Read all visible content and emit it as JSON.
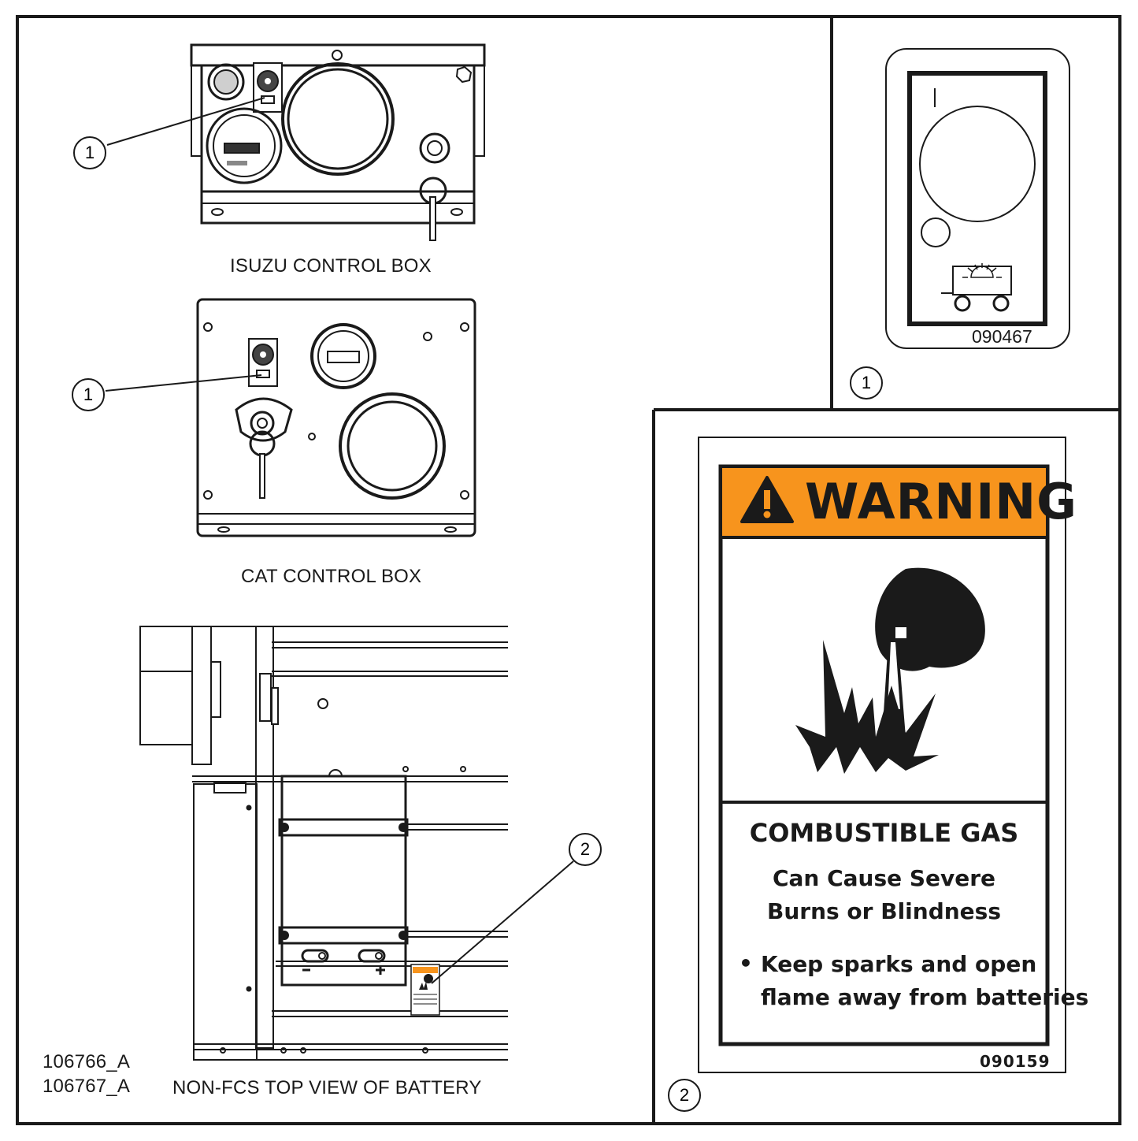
{
  "captions": {
    "isuzu": "ISUZU CONTROL BOX",
    "cat": "CAT CONTROL BOX",
    "battery": "NON-FCS TOP VIEW OF BATTERY"
  },
  "drawing_ids": [
    "106766_A",
    "106767_A"
  ],
  "callouts": {
    "isuzu_label": "1",
    "cat_label": "1",
    "battery_label": "2",
    "decal_panel_1": "1",
    "decal_panel_2": "2"
  },
  "decal_1": {
    "part_number": "090467"
  },
  "decal_2": {
    "signal_word": "WARNING",
    "hazard": "COMBUSTIBLE GAS",
    "consequence_lines": [
      "Can Cause Severe",
      "Burns or Blindness"
    ],
    "instruction_bullet": "•",
    "instruction_lines": [
      "Keep sparks and open",
      "flame away from batteries"
    ],
    "part_number": "090159"
  },
  "colors": {
    "warning_orange": "#F7941D",
    "line": "#1a1a1a",
    "panel_gray": "#e6e6e6"
  }
}
